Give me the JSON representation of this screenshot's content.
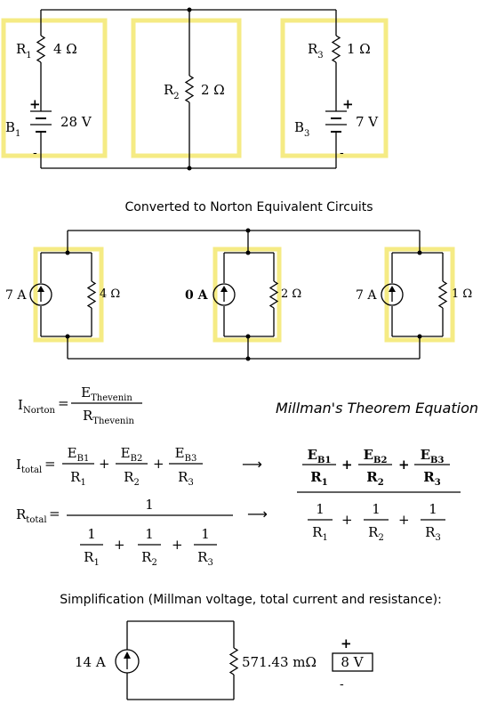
{
  "colors": {
    "highlight": "#f5eb84",
    "line": "#000000",
    "background": "#ffffff"
  },
  "top_circuit": {
    "r1": {
      "name": "R",
      "sub": "1",
      "value": "4 Ω"
    },
    "r2": {
      "name": "R",
      "sub": "2",
      "value": "2 Ω"
    },
    "r3": {
      "name": "R",
      "sub": "3",
      "value": "1 Ω"
    },
    "b1": {
      "name": "B",
      "sub": "1",
      "value": "28 V",
      "plus": "+",
      "minus": "-"
    },
    "b3": {
      "name": "B",
      "sub": "3",
      "value": "7 V",
      "plus": "+",
      "minus": "-"
    }
  },
  "norton_title": "Converted to Norton Equivalent Circuits",
  "norton": {
    "s1": {
      "current": "7 A",
      "resistance": "4 Ω"
    },
    "s2": {
      "current": "0 A",
      "resistance": "2 Ω"
    },
    "s3": {
      "current": "7 A",
      "resistance": "1 Ω"
    }
  },
  "equations": {
    "inorton": {
      "lhs": "I",
      "lhs_sub": "Norton",
      "eq": "=",
      "num": "E",
      "num_sub": "Thevenin",
      "den": "R",
      "den_sub": "Thevenin"
    },
    "millman_title": "Millman's Theorem Equation",
    "itotal": {
      "lhs": "I",
      "lhs_sub": "total",
      "eq": "=",
      "plus": "+",
      "terms": [
        {
          "num": "E",
          "num_sub": "B1",
          "den": "R",
          "den_sub": "1"
        },
        {
          "num": "E",
          "num_sub": "B2",
          "den": "R",
          "den_sub": "2"
        },
        {
          "num": "E",
          "num_sub": "B3",
          "den": "R",
          "den_sub": "3"
        }
      ]
    },
    "rtotal": {
      "lhs": "R",
      "lhs_sub": "total",
      "eq": "=",
      "one": "1",
      "plus": "+",
      "terms": [
        {
          "num": "1",
          "den": "R",
          "den_sub": "1"
        },
        {
          "num": "1",
          "den": "R",
          "den_sub": "2"
        },
        {
          "num": "1",
          "den": "R",
          "den_sub": "3"
        }
      ]
    },
    "arrow": "⟶",
    "millman": {
      "plus": "+",
      "num_terms": [
        {
          "num": "E",
          "num_sub": "B1",
          "den": "R",
          "den_sub": "1"
        },
        {
          "num": "E",
          "num_sub": "B2",
          "den": "R",
          "den_sub": "2"
        },
        {
          "num": "E",
          "num_sub": "B3",
          "den": "R",
          "den_sub": "3"
        }
      ],
      "den_terms": [
        {
          "num": "1",
          "den": "R",
          "den_sub": "1"
        },
        {
          "num": "1",
          "den": "R",
          "den_sub": "2"
        },
        {
          "num": "1",
          "den": "R",
          "den_sub": "3"
        }
      ]
    }
  },
  "simplification": {
    "title": "Simplification (Millman voltage, total current and resistance):",
    "current": "14 A",
    "resistance": "571.43 mΩ",
    "voltage": "8 V",
    "plus": "+",
    "minus": "-"
  }
}
